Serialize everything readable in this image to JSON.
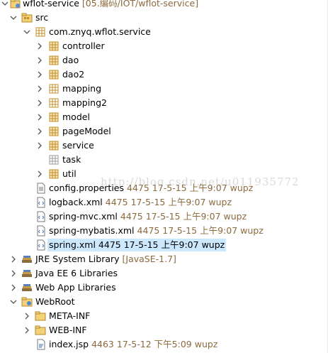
{
  "project": {
    "name": "wflot-service",
    "decoration": "[05.编码/IOT/wflot-service]"
  },
  "src": {
    "label": "src"
  },
  "package": {
    "label": "com.znyq.wflot.service"
  },
  "subpackages": [
    {
      "label": "controller"
    },
    {
      "label": "dao"
    },
    {
      "label": "dao2"
    },
    {
      "label": "mapping"
    },
    {
      "label": "mapping2"
    },
    {
      "label": "model"
    },
    {
      "label": "pageModel"
    },
    {
      "label": "service"
    },
    {
      "label": "task"
    },
    {
      "label": "util"
    }
  ],
  "files": [
    {
      "name": "config.properties",
      "revision": "4475",
      "date": "17-5-15",
      "time": "上午9:07",
      "author": "wupz"
    },
    {
      "name": "logback.xml",
      "revision": "4475",
      "date": "17-5-15",
      "time": "上午9:07",
      "author": "wupz"
    },
    {
      "name": "spring-mvc.xml",
      "revision": "4475",
      "date": "17-5-15",
      "time": "上午9:07",
      "author": "wupz"
    },
    {
      "name": "spring-mybatis.xml",
      "revision": "4475",
      "date": "17-5-15",
      "time": "上午9:07",
      "author": "wupz"
    },
    {
      "name": "spring.xml",
      "revision": "4475",
      "date": "17-5-15",
      "time": "上午9:07",
      "author": "wupz"
    }
  ],
  "libraries": [
    {
      "label": "JRE System Library",
      "decoration": "[JavaSE-1.7]"
    },
    {
      "label": "Java EE 6 Libraries",
      "decoration": ""
    },
    {
      "label": "Web App Libraries",
      "decoration": ""
    }
  ],
  "webroot": {
    "label": "WebRoot"
  },
  "webroot_children": [
    {
      "label": "META-INF"
    },
    {
      "label": "WEB-INF"
    }
  ],
  "index": {
    "name": "index.jsp",
    "revision": "4463",
    "date": "17-5-12",
    "time": "下午5:09",
    "author": "wupz"
  },
  "watermark": "http://blog.csdn.net/u011935772",
  "colors": {
    "selection": "#cce8ff",
    "decoration": "#8b6a3e",
    "package_icon": "#c28f2c",
    "folder": "#e8c25a"
  }
}
